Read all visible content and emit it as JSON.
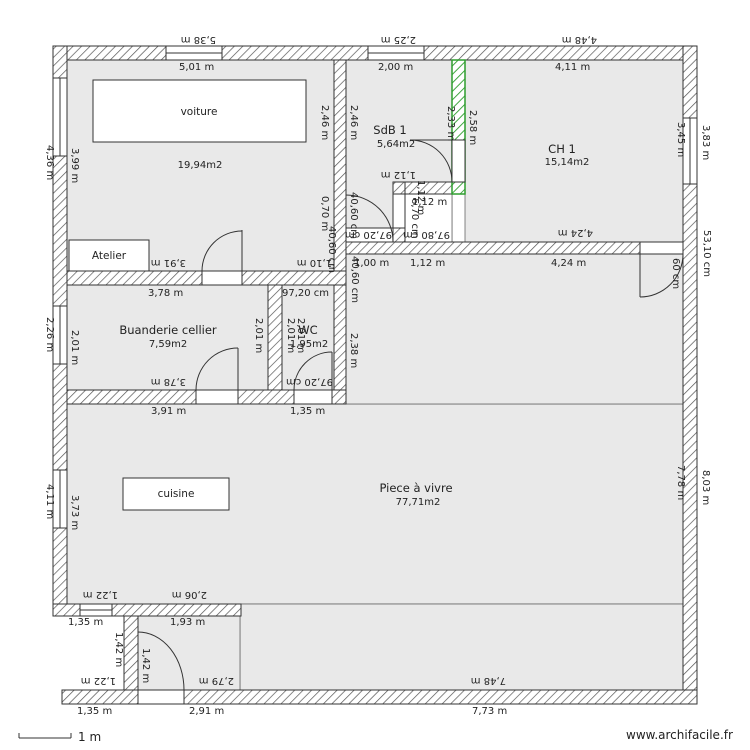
{
  "rooms": {
    "garage_area": "19,94m2",
    "sdb_name": "SdB 1",
    "sdb_area": "5,64m2",
    "ch_name": "CH 1",
    "ch_area": "15,14m2",
    "buanderie_name": "Buanderie cellier",
    "buanderie_area": "7,59m2",
    "wc_name": "WC",
    "wc_area": "1,95m2",
    "living_name": "Piece à vivre",
    "living_area": "77,71m2"
  },
  "furniture": {
    "voiture": "voiture",
    "atelier": "Atelier",
    "cuisine": "cuisine"
  },
  "dims": {
    "d_top1": "5,38 m",
    "d_top2": "2,25 m",
    "d_top3": "4,48 m",
    "d_in1": "5,01 m",
    "d_in2": "2,00 m",
    "d_in3": "4,11 m",
    "d_garage_r1": "2,46 m",
    "d_sdb_l": "2,46 m",
    "d_sdb_r": "2,33 m",
    "d_green": "2,58 m",
    "d_sdb_door": "1,12 m",
    "d_sdb_bot": "1,12 m",
    "d_sdb_v": "1,12 m",
    "d_070": "0,70 m",
    "d_ch_bot": "4,24 m",
    "d_ch_bot2": "4,24 m",
    "d_ch_r": "3,45 m",
    "d_right1": "3,83 m",
    "d_left_g": "4,36 m",
    "d_left_g2": "3,99 m",
    "d_atelier_b": "3,91 m",
    "d_buand_t": "3,78 m",
    "d_110": "1,10 m",
    "d_020": "97,20 cm",
    "d_100": "1,00 m",
    "d_112": "1,12 m",
    "d_060": "40,60 cm",
    "d_0603": "60 cm",
    "d_right2": "53,10 cm",
    "d_buand_l": "2,26 m",
    "d_buand_l2": "2,01 m",
    "d_buand_r": "2,01 m",
    "d_wc_l": "2,01 m",
    "d_wc_r": "2,01 m",
    "d_238": "2,38 m",
    "d_buand_b1": "3,78 m",
    "d_buand_b2": "3,91 m",
    "d_wc_b1": "97,20 cm",
    "d_wc_b2": "1,35 m",
    "d_kit_l": "4,11 m",
    "d_kit_l2": "3,73 m",
    "d_liv_r": "7,78 m",
    "d_liv_r2": "8,03 m",
    "d_low1": "1,22 m",
    "d_low2": "2,06 m",
    "d_low3": "1,35 m",
    "d_low4": "1,93 m",
    "d_entry": "1,42 m",
    "d_entry2": "1,42 m",
    "d_bot1": "1,22 m",
    "d_bot2": "2,79 m",
    "d_bot3": "7,48 m",
    "d_botb1": "1,35 m",
    "d_botb2": "2,91 m",
    "d_botb3": "7,73 m",
    "d_cm1": "97,20 cm",
    "d_cm2": "40,60 cm",
    "d_cm3": "97,80 cm",
    "d_cm4": "6,70 cm"
  },
  "footer": {
    "scale": "1 m",
    "brand": "www.archifacile.fr"
  },
  "colors": {
    "wall_fill": "#ffffff",
    "wall_stroke": "#333333",
    "room_fill": "#e9e9e9",
    "accent_wall": "#3aa63a"
  }
}
